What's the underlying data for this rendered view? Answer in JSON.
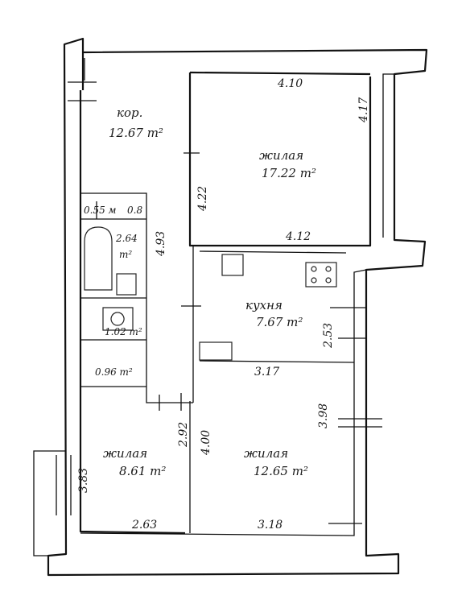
{
  "rooms": {
    "corridor": {
      "name": "кор.",
      "area": "12.67 m²"
    },
    "living_top": {
      "name": "жилая",
      "area": "17.22 m²"
    },
    "kitchen": {
      "name": "кухня",
      "area": "7.67 m²"
    },
    "living_bottom_left": {
      "name": "жилая",
      "area": "8.61 m²"
    },
    "living_bottom_right": {
      "name": "жилая",
      "area": "12.65 m²"
    },
    "closet": {
      "area": "0.55 м",
      "suffix": "0.8"
    },
    "bathroom": {
      "area": "2.64",
      "unit": "m²"
    },
    "toilet": {
      "area": "1.02 m²"
    },
    "storage": {
      "area": "0.96 m²"
    }
  },
  "dimensions": {
    "top_room_width_top": "4.10",
    "top_room_width_bottom": "4.12",
    "top_room_height_right": "4.17",
    "top_room_height_left": "4.22",
    "corridor_length": "4.93",
    "kitchen_height": "2.53",
    "kitchen_width": "3.17",
    "br_room_height": "3.98",
    "br_room_width": "3.18",
    "br_room_left": "4.00",
    "bl_room_width": "2.63",
    "bl_room_height": "3.83",
    "bl_room_top": "2.92"
  }
}
